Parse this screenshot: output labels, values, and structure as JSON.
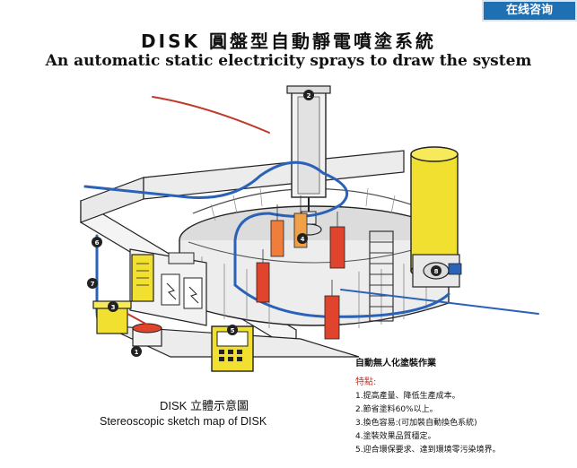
{
  "header": {
    "title_cn": "DISK 圓盤型自動靜電噴塗系統",
    "title_en": "An automatic static electricity sprays to draw the system",
    "badge": "在线咨询"
  },
  "captions": {
    "cn": "DISK 立體示意圖",
    "en": "Stereoscopic sketch map of DISK"
  },
  "features": {
    "title": "自動無人化塗裝作業",
    "heading": "特點:",
    "items": [
      "1.提高產量、降低生產成本。",
      "2.節省塗料60%以上。",
      "3.換色容易:(可加裝自動換色系統)",
      "4.塗裝效果品質穩定。",
      "5.迎合環保要求、達到環境零污染境界。"
    ]
  },
  "markers": [
    "2",
    "4",
    "6",
    "7",
    "3",
    "1",
    "5",
    "8"
  ],
  "colors": {
    "accent_yellow": "#f2e030",
    "part_red": "#e0442c",
    "conveyor_blue": "#2a62b8",
    "badge_blue": "#1f6fb3"
  }
}
